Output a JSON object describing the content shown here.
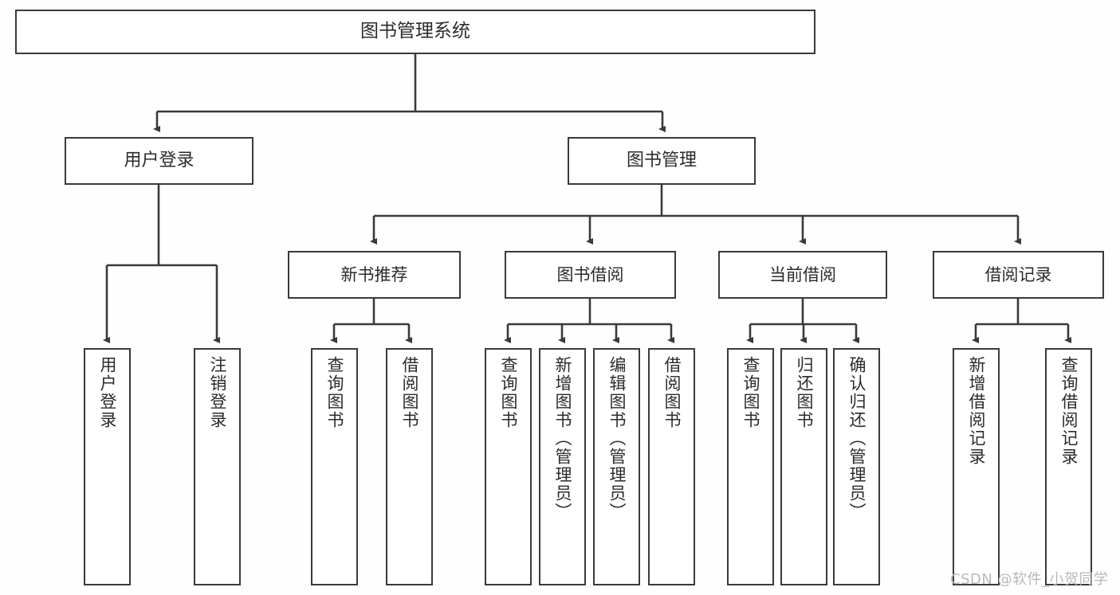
{
  "diagram": {
    "title": "图书管理系统",
    "type": "tree-hierarchy-chart",
    "root": {
      "label": "图书管理系统"
    },
    "level2": [
      {
        "label": "用户登录"
      },
      {
        "label": "图书管理"
      }
    ],
    "level3": [
      {
        "label": "新书推荐"
      },
      {
        "label": "图书借阅"
      },
      {
        "label": "当前借阅"
      },
      {
        "label": "借阅记录"
      }
    ],
    "leaves": {
      "user_login": [
        {
          "label": "用户登录"
        },
        {
          "label": "注销登录"
        }
      ],
      "new_book_recommend": [
        {
          "label": "查询图书"
        },
        {
          "label": "借阅图书"
        }
      ],
      "book_borrow": [
        {
          "label": "查询图书"
        },
        {
          "label": "新增图书（管理员）"
        },
        {
          "label": "编辑图书（管理员）"
        },
        {
          "label": "借阅图书"
        }
      ],
      "current_borrow": [
        {
          "label": "查询图书"
        },
        {
          "label": "归还图书"
        },
        {
          "label": "确认归还（管理员）"
        }
      ],
      "borrow_record": [
        {
          "label": "新增借阅记录"
        },
        {
          "label": "查询借阅记录"
        }
      ]
    }
  },
  "watermark": {
    "text": "CSDN @软件_小贺同学"
  },
  "colors": {
    "border": "#3a3a3a",
    "text": "#2b2b2b",
    "background": "#fefefe",
    "watermark": "#b9b9b9"
  }
}
